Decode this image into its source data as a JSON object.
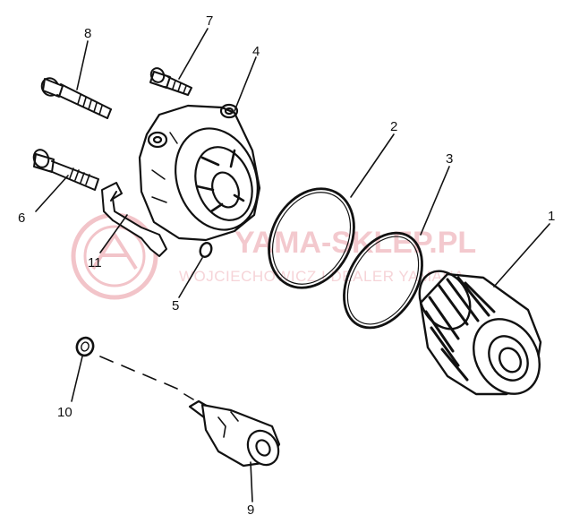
{
  "callouts": {
    "p1": "1",
    "p2": "2",
    "p3": "3",
    "p4": "4",
    "p5": "5",
    "p6": "6",
    "p7": "7",
    "p8": "8",
    "p9": "9",
    "p10": "10",
    "p11": "11"
  },
  "watermark": {
    "brand": "YAMA-SKLEP.PL",
    "subline": "WOJCIECHOWICZ I DEALER YAMAHA"
  },
  "colors": {
    "ink": "#111111",
    "watermark": "#e8959e"
  }
}
